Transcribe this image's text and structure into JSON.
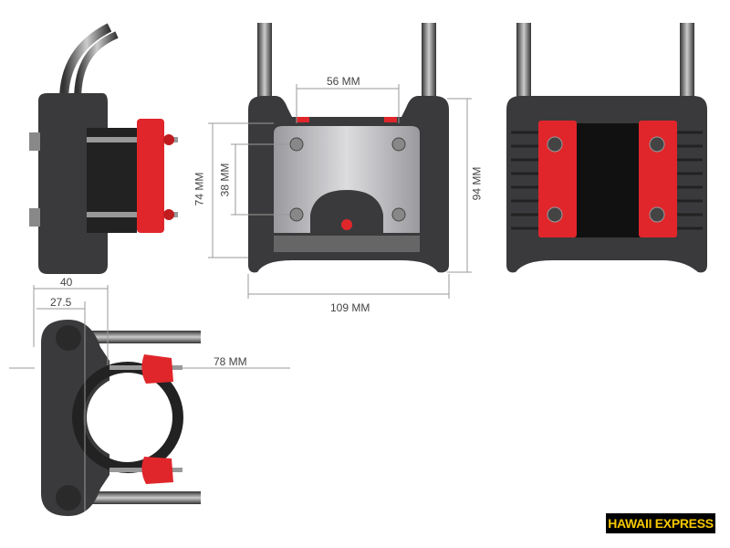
{
  "dimensions": {
    "front_width": "109 MM",
    "front_height": "94 MM",
    "hole_spacing_horizontal": "56 MM",
    "hole_spacing_vertical": "38 MM",
    "plate_height": "74 MM",
    "clamp_offset_outer": "40",
    "clamp_offset_inner": "27.5",
    "clamp_max_diameter": "78 MM"
  },
  "logo": {
    "text": "HAWAII EXPRESS",
    "background": "#000000",
    "color": "#f5c800"
  },
  "colors": {
    "body": "#3a3a3c",
    "clamp": "#e0262b",
    "plate": "#b8b8bc",
    "dimension_line": "#999999"
  }
}
